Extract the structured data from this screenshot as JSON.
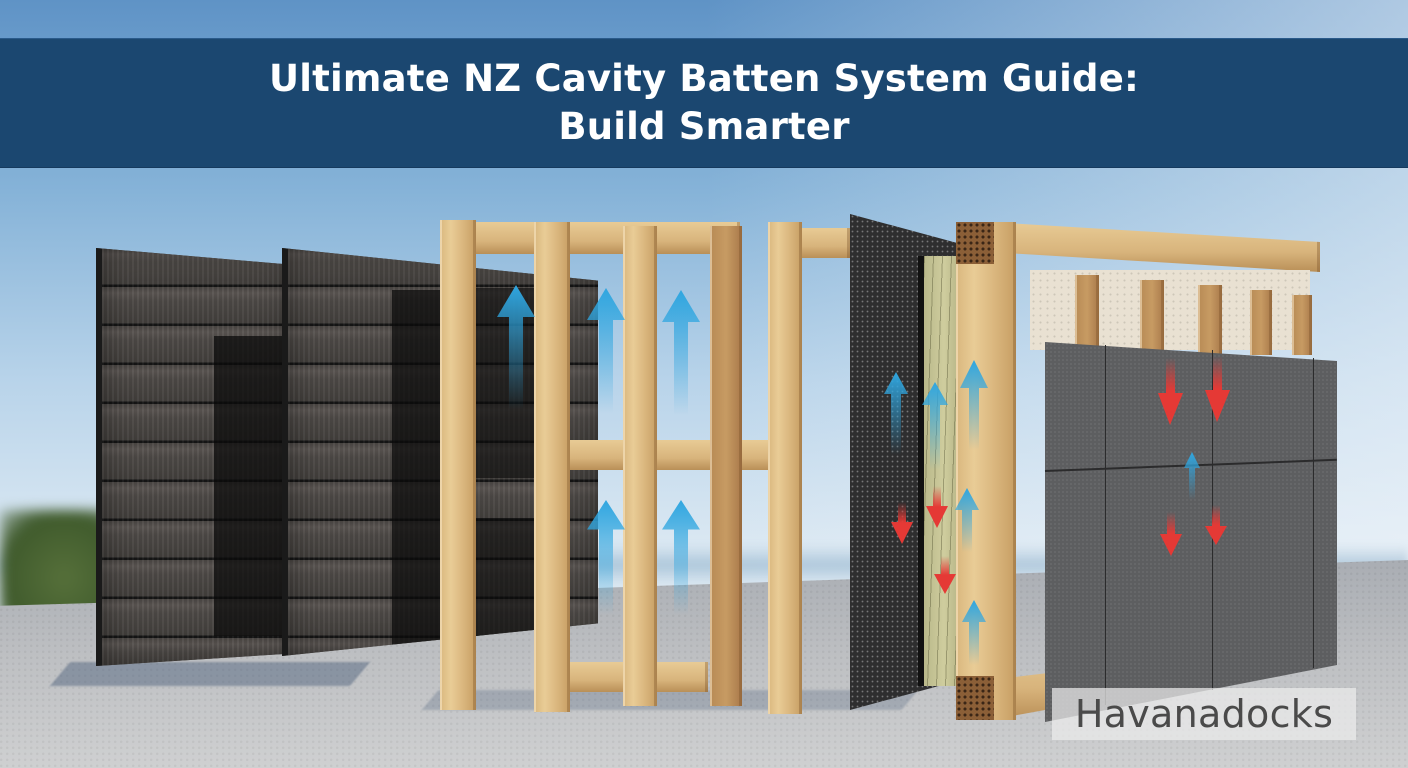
{
  "banner": {
    "title_line1": "Ultimate NZ Cavity Batten System Guide:",
    "title_line2": "Build Smarter",
    "background_color": "#1b4770",
    "text_color": "#ffffff"
  },
  "watermark": {
    "text": "Havanadocks"
  },
  "scene": {
    "description": "Exploded view of a cavity batten wall system: dark timber-look cladding panels, timber batten frames with blue upward airflow arrows, black building wrap membrane, insulation, timber wall frame and grey sheet panels with red downward and blue upward moisture/air arrows",
    "layers": [
      {
        "name": "cladding-panel-1",
        "label": "Dark weatherboard cladding"
      },
      {
        "name": "cladding-panel-2",
        "label": "Dark weatherboard cladding"
      },
      {
        "name": "batten-frame",
        "label": "Timber cavity battens"
      },
      {
        "name": "building-wrap",
        "label": "Black building membrane"
      },
      {
        "name": "insulation",
        "label": "Insulation layer"
      },
      {
        "name": "wall-frame",
        "label": "Timber wall framing"
      },
      {
        "name": "grey-sheet-panels",
        "label": "Grey sheathing panels"
      }
    ],
    "arrow_colors": {
      "airflow_up": "#2fa6e0",
      "moisture_down": "#e53935"
    }
  }
}
